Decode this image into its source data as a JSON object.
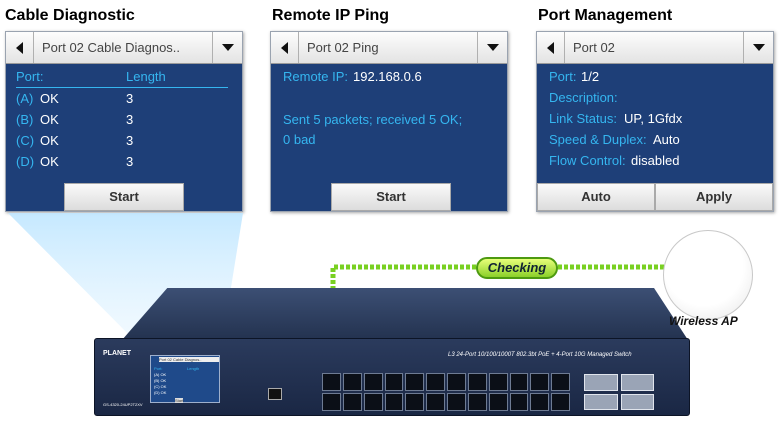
{
  "cable": {
    "heading": "Cable Diagnostic",
    "dropdown": "Port 02 Cable Diagnos..",
    "port_header": "Port:",
    "length_header": "Length",
    "rows": [
      {
        "pair": "(A)",
        "status": "OK",
        "length": "3"
      },
      {
        "pair": "(B)",
        "status": "OK",
        "length": "3"
      },
      {
        "pair": "(C)",
        "status": "OK",
        "length": "3"
      },
      {
        "pair": "(D)",
        "status": "OK",
        "length": "3"
      }
    ],
    "start": "Start"
  },
  "ping": {
    "heading": "Remote IP Ping",
    "dropdown": "Port 02 Ping",
    "ip_label": "Remote IP:",
    "ip_value": "192.168.0.6",
    "result_line1": "Sent 5 packets;  received 5 OK;",
    "result_line2": "0 bad",
    "start": "Start"
  },
  "port": {
    "heading": "Port Management",
    "dropdown": "Port 02",
    "port_label": "Port:",
    "port_value": "1/2",
    "desc_label": "Description:",
    "link_label": "Link Status:",
    "link_value": "UP, 1Gfdx",
    "speed_label": "Speed & Duplex:",
    "speed_value": "Auto",
    "flow_label": "Flow Control:",
    "flow_value": "disabled",
    "auto": "Auto",
    "apply": "Apply"
  },
  "checking": "Checking",
  "wireless_ap": "Wireless AP",
  "switch": {
    "logo": "PLANET",
    "title": "L3 24-Port 10/100/1000T 802.3bt PoE + 4-Port 10G Managed Switch",
    "model": "GS-4320-24UP2T2XV",
    "lcd": {
      "dropdown": "Port 02 Cable Diagnos..",
      "port": "Port:",
      "length": "Length",
      "rows": [
        "(A) OK",
        "(B) OK",
        "(C) OK",
        "(D) OK"
      ],
      "start": "Start"
    }
  },
  "colors": {
    "panel_bg": "#1e3f78",
    "label_cyan": "#35b6f0",
    "check_green": "#8bd02a"
  }
}
